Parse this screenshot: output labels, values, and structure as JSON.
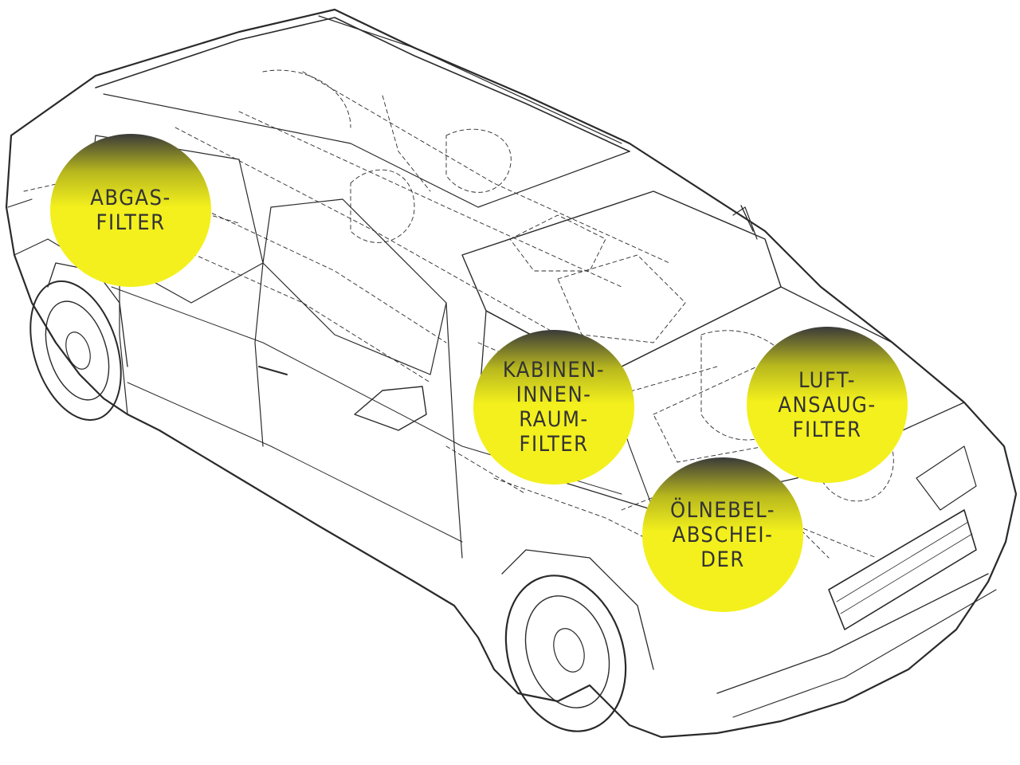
{
  "colors": {
    "line": "#2a2a2a",
    "callout_top": "#3a3a3a",
    "callout_mid": "#b8b81e",
    "callout_bottom": "#f3f01d",
    "text": "#333333"
  },
  "callouts": [
    {
      "id": "exhaust",
      "lines": [
        "ABGAS-",
        "FILTER"
      ]
    },
    {
      "id": "cabin",
      "lines": [
        "KABINEN-",
        "INNEN-",
        "RAUM-",
        "FILTER"
      ]
    },
    {
      "id": "intake",
      "lines": [
        "LUFT-",
        "ANSAUG-",
        "FILTER"
      ]
    },
    {
      "id": "oil",
      "lines": [
        "ÖLNEBEL-",
        "ABSCHEI-",
        "DER"
      ]
    }
  ],
  "car_icon": "car-wireframe-icon"
}
